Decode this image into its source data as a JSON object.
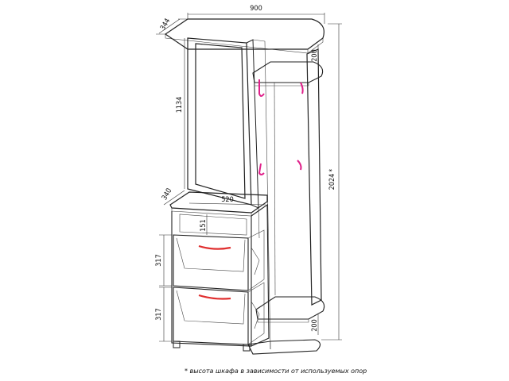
{
  "dimensions": {
    "total_width": "900",
    "top_depth": "344",
    "mirror_height": "1134",
    "total_height": "2024",
    "upper_shelf_gap": "200",
    "lower_shelf_gap": "200",
    "bench_depth": "340",
    "bench_width": "520",
    "drawer_offset": "151",
    "drawer_upper_height": "317",
    "drawer_lower_height": "317",
    "height_asterisk": "*"
  },
  "footnote": "* высота шкафа в зависимости от используемых опор",
  "colors": {
    "outline": "#222222",
    "hook": "#e0208a",
    "handle": "#e03030"
  },
  "icons": [
    "coat-hook-icon",
    "drawer-handle-icon"
  ]
}
